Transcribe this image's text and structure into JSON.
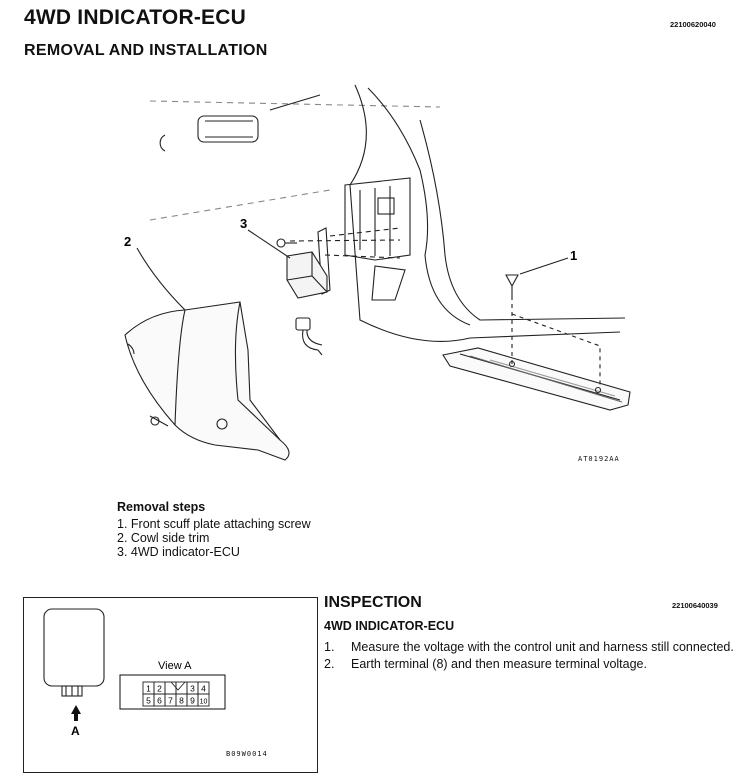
{
  "header": {
    "title": "4WD INDICATOR-ECU",
    "subtitle": "REMOVAL AND INSTALLATION",
    "doc_number": "22100620040"
  },
  "figure_main": {
    "callouts": [
      "1",
      "2",
      "3"
    ],
    "reference_code": "AT0192AA"
  },
  "removal": {
    "title": "Removal steps",
    "steps": [
      "1. Front scuff plate attaching screw",
      "2. Cowl side trim",
      "3. 4WD indicator-ECU"
    ]
  },
  "figure_connector": {
    "arrow_label": "A",
    "view_label": "View A",
    "pins_top": [
      "1",
      "2",
      "",
      "3",
      "4"
    ],
    "pins_bottom": [
      "5",
      "6",
      "7",
      "8",
      "9",
      "10"
    ],
    "reference_code": "B09W0014"
  },
  "inspection": {
    "heading": "INSPECTION",
    "doc_number": "22100640039",
    "subheading": "4WD INDICATOR-ECU",
    "items": [
      {
        "num": "1.",
        "text": "Measure the voltage with the control unit and harness still connected."
      },
      {
        "num": "2.",
        "text": "Earth terminal (8) and then measure terminal voltage."
      }
    ]
  },
  "icons": [
    "arrow-up-icon"
  ]
}
